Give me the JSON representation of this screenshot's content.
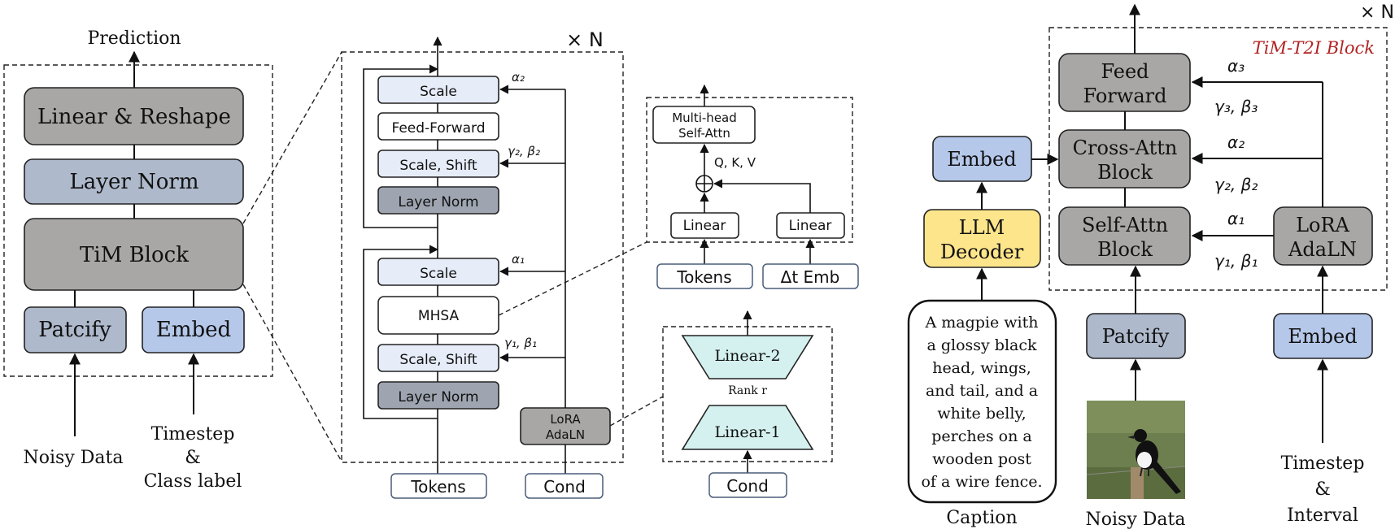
{
  "colors": {
    "gray": "#a9a7a5",
    "steel": "#aeb9cc",
    "blue": "#b5c8ea",
    "lightblue": "#e6ecf8",
    "darkgray": "#9ea5b1",
    "white": "#ffffff",
    "yellow": "#fde58b",
    "cyan": "#d4f1ef",
    "red": "#b22222"
  },
  "left": {
    "prediction": "Prediction",
    "linear_reshape": "Linear & Reshape",
    "layer_norm": "Layer Norm",
    "tim_block": "TiM Block",
    "patcify": "Patcify",
    "embed": "Embed",
    "noisy_data": "Noisy Data",
    "timestep": [
      "Timestep",
      "&",
      "Class label"
    ]
  },
  "middle": {
    "times_n": "× N",
    "scale_top": "Scale",
    "feed_forward": "Feed-Forward",
    "scale_shift_top": "Scale, Shift",
    "layer_norm_top": "Layer Norm",
    "scale_bottom": "Scale",
    "mhsa": "MHSA",
    "scale_shift_bottom": "Scale, Shift",
    "layer_norm_bottom": "Layer Norm",
    "lora_adaln": [
      "LoRA",
      "AdaLN"
    ],
    "alpha2": "α₂",
    "gamma2_beta2": "γ₂, β₂",
    "alpha1": "α₁",
    "gamma1_beta1": "γ₁, β₁",
    "tokens": "Tokens",
    "cond": "Cond"
  },
  "attn": {
    "mhsa_title": [
      "Multi-head",
      "Self-Attn"
    ],
    "qkv": "Q, K, V",
    "plus": "⊕",
    "linear_a": "Linear",
    "linear_b": "Linear",
    "tokens": "Tokens",
    "dt_emb": "Δt Emb"
  },
  "lora": {
    "linear2": "Linear-2",
    "rank": "Rank r",
    "linear1": "Linear-1",
    "cond": "Cond"
  },
  "t2i": {
    "times_n": "× N",
    "block_title": "TiM-T2I Block",
    "feed_forward": [
      "Feed",
      "Forward"
    ],
    "cross_attn": [
      "Cross-Attn",
      "Block"
    ],
    "self_attn": [
      "Self-Attn",
      "Block"
    ],
    "lora_adaln": [
      "LoRA",
      "AdaLN"
    ],
    "alpha3": "α₃",
    "gamma3_beta3": "γ₃, β₃",
    "alpha2": "α₂",
    "gamma2_beta2": "γ₂, β₂",
    "alpha1": "α₁",
    "gamma1_beta1": "γ₁, β₁",
    "embed_text": "Embed",
    "llm_decoder": [
      "LLM",
      "Decoder"
    ],
    "caption_text": [
      "A magpie with",
      "a glossy black",
      "head, wings,",
      "and tail, and a",
      "white belly,",
      "perches on a",
      "wooden post",
      "of a wire fence."
    ],
    "caption_label": "Caption",
    "patcify": "Patcify",
    "noisy_data": "Noisy Data",
    "embed_time": "Embed",
    "timestep": [
      "Timestep",
      "&",
      "Interval"
    ]
  }
}
